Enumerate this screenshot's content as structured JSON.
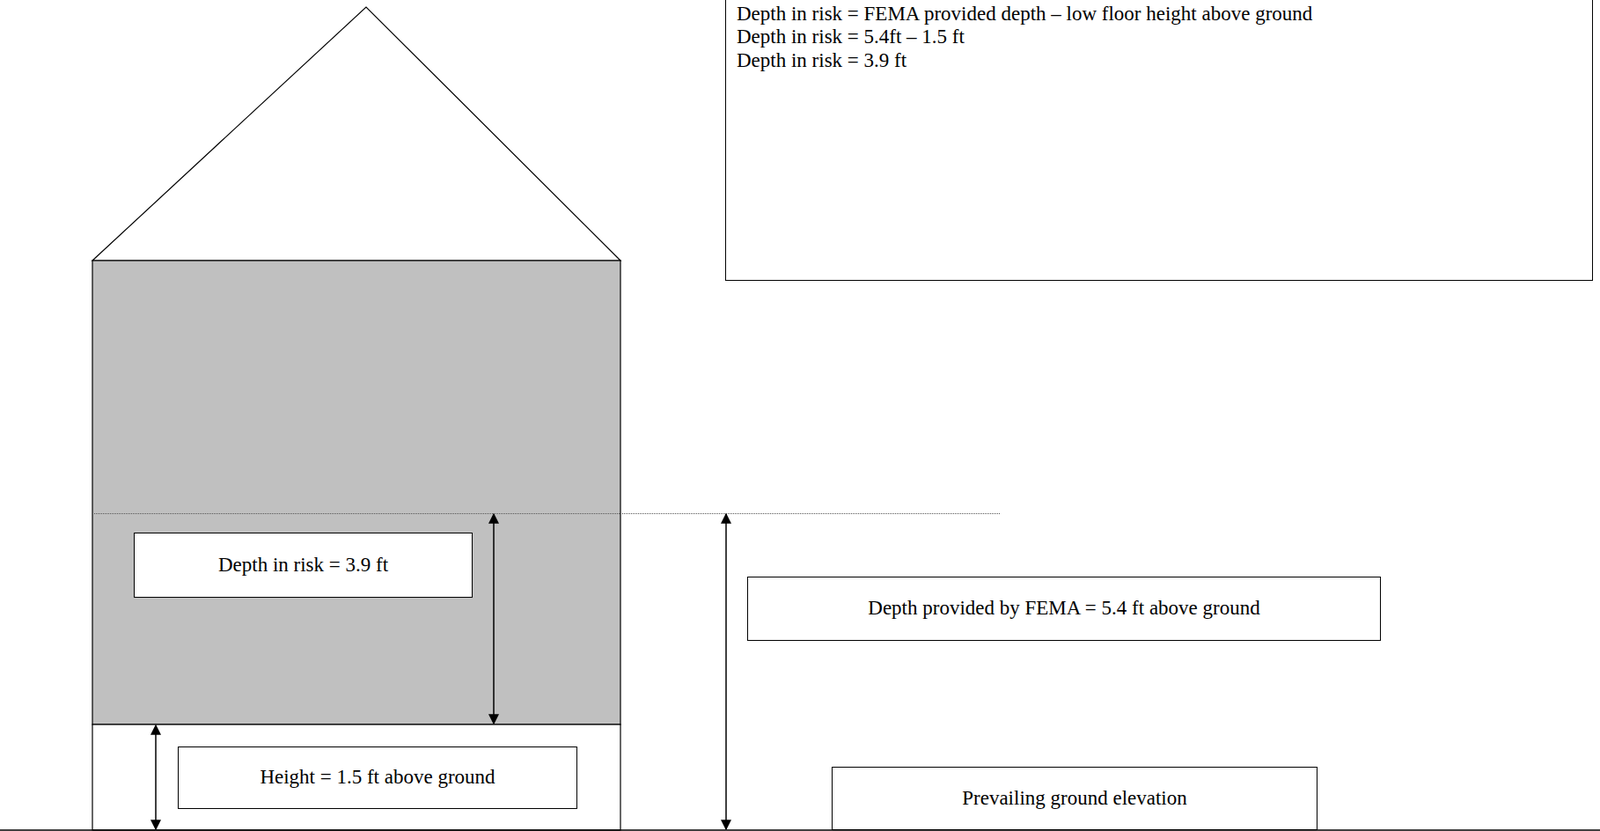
{
  "diagram": {
    "nodes": [
      {
        "text": [
          "Depth in risk = FEMA provided depth – low floor height above ground",
          "Depth in risk = 5.4ft – 1.5 ft",
          "Depth in risk = 3.9 ft"
        ]
      },
      {
        "text": [
          "Depth in risk = 3.9 ft"
        ]
      },
      {
        "text": [
          "Depth provided by FEMA = 5.4 ft above ground"
        ]
      },
      {
        "text": [
          "Height = 1.5 ft above ground"
        ]
      },
      {
        "text": [
          "Prevailing ground elevation"
        ]
      }
    ]
  }
}
